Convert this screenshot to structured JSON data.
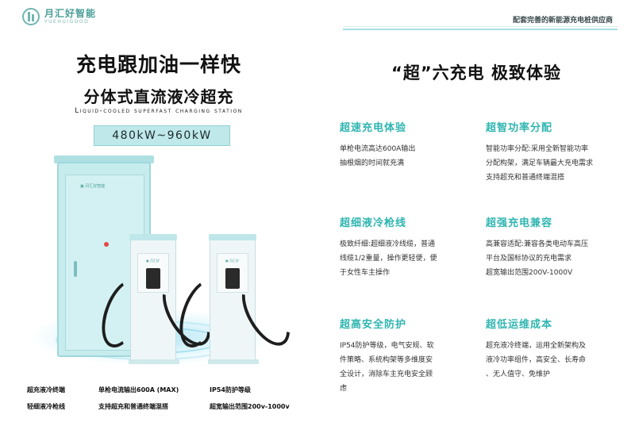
{
  "brand": {
    "name_cn": "月汇好智能",
    "name_en": "YUEHUIGOOD"
  },
  "left": {
    "headline": "充电跟加油一样快",
    "subheadline": "分体式直流液冷超充",
    "english_subtitle": "Liquid-cooled superfast charging station",
    "power_range": "480kW~960kW",
    "specs": [
      "超充液冷终端",
      "单枪电流输出600A (MAX)",
      "IP54防护等级",
      "轻细液冷枪线",
      "支持超充和普通终端混搭",
      "超宽输出范围200v-1000v"
    ]
  },
  "right": {
    "tagline": "配套完善的新能源充电桩供应商",
    "title": "“超”六充电  极致体验",
    "features": [
      {
        "heading": "超速充电体验",
        "lines": [
          "单枪电流高达600A输出",
          "抽根烟的时间就充满"
        ]
      },
      {
        "heading": "超智功率分配",
        "lines": [
          "智能功率分配:采用全新智能功率",
          "分配构架，满足车辆最大充电需求",
          "支持超充和普通终端混搭"
        ]
      },
      {
        "heading": "超细液冷枪线",
        "lines": [
          "极致纤细:超细液冷线缆，普通",
          "线缆1/2重量，操作更轻便，便",
          "于女性车主操作"
        ]
      },
      {
        "heading": "超强充电兼容",
        "lines": [
          "高兼容适配:兼容各类电动车高压",
          "平台及国标协议的充电需求",
          "超宽输出范围200V-1000V"
        ]
      },
      {
        "heading": "超高安全防护",
        "lines": [
          "IP54防护等级，电气安规、软",
          "件策略、系统构架等多维度安",
          "全设计，消除车主充电安全顾",
          "虑"
        ]
      },
      {
        "heading": "超低运维成本",
        "lines": [
          "超充液冷终端，运用全新架构及",
          "液冷功率组件，高安全、长寿命",
          "、无人值守、免维护"
        ]
      }
    ]
  },
  "colors": {
    "accent": "#2fb5b0",
    "cabinet": "#c7ecee",
    "power_box": "#bfe8ea"
  },
  "icons": {
    "logo": "brand-logo-icon"
  }
}
